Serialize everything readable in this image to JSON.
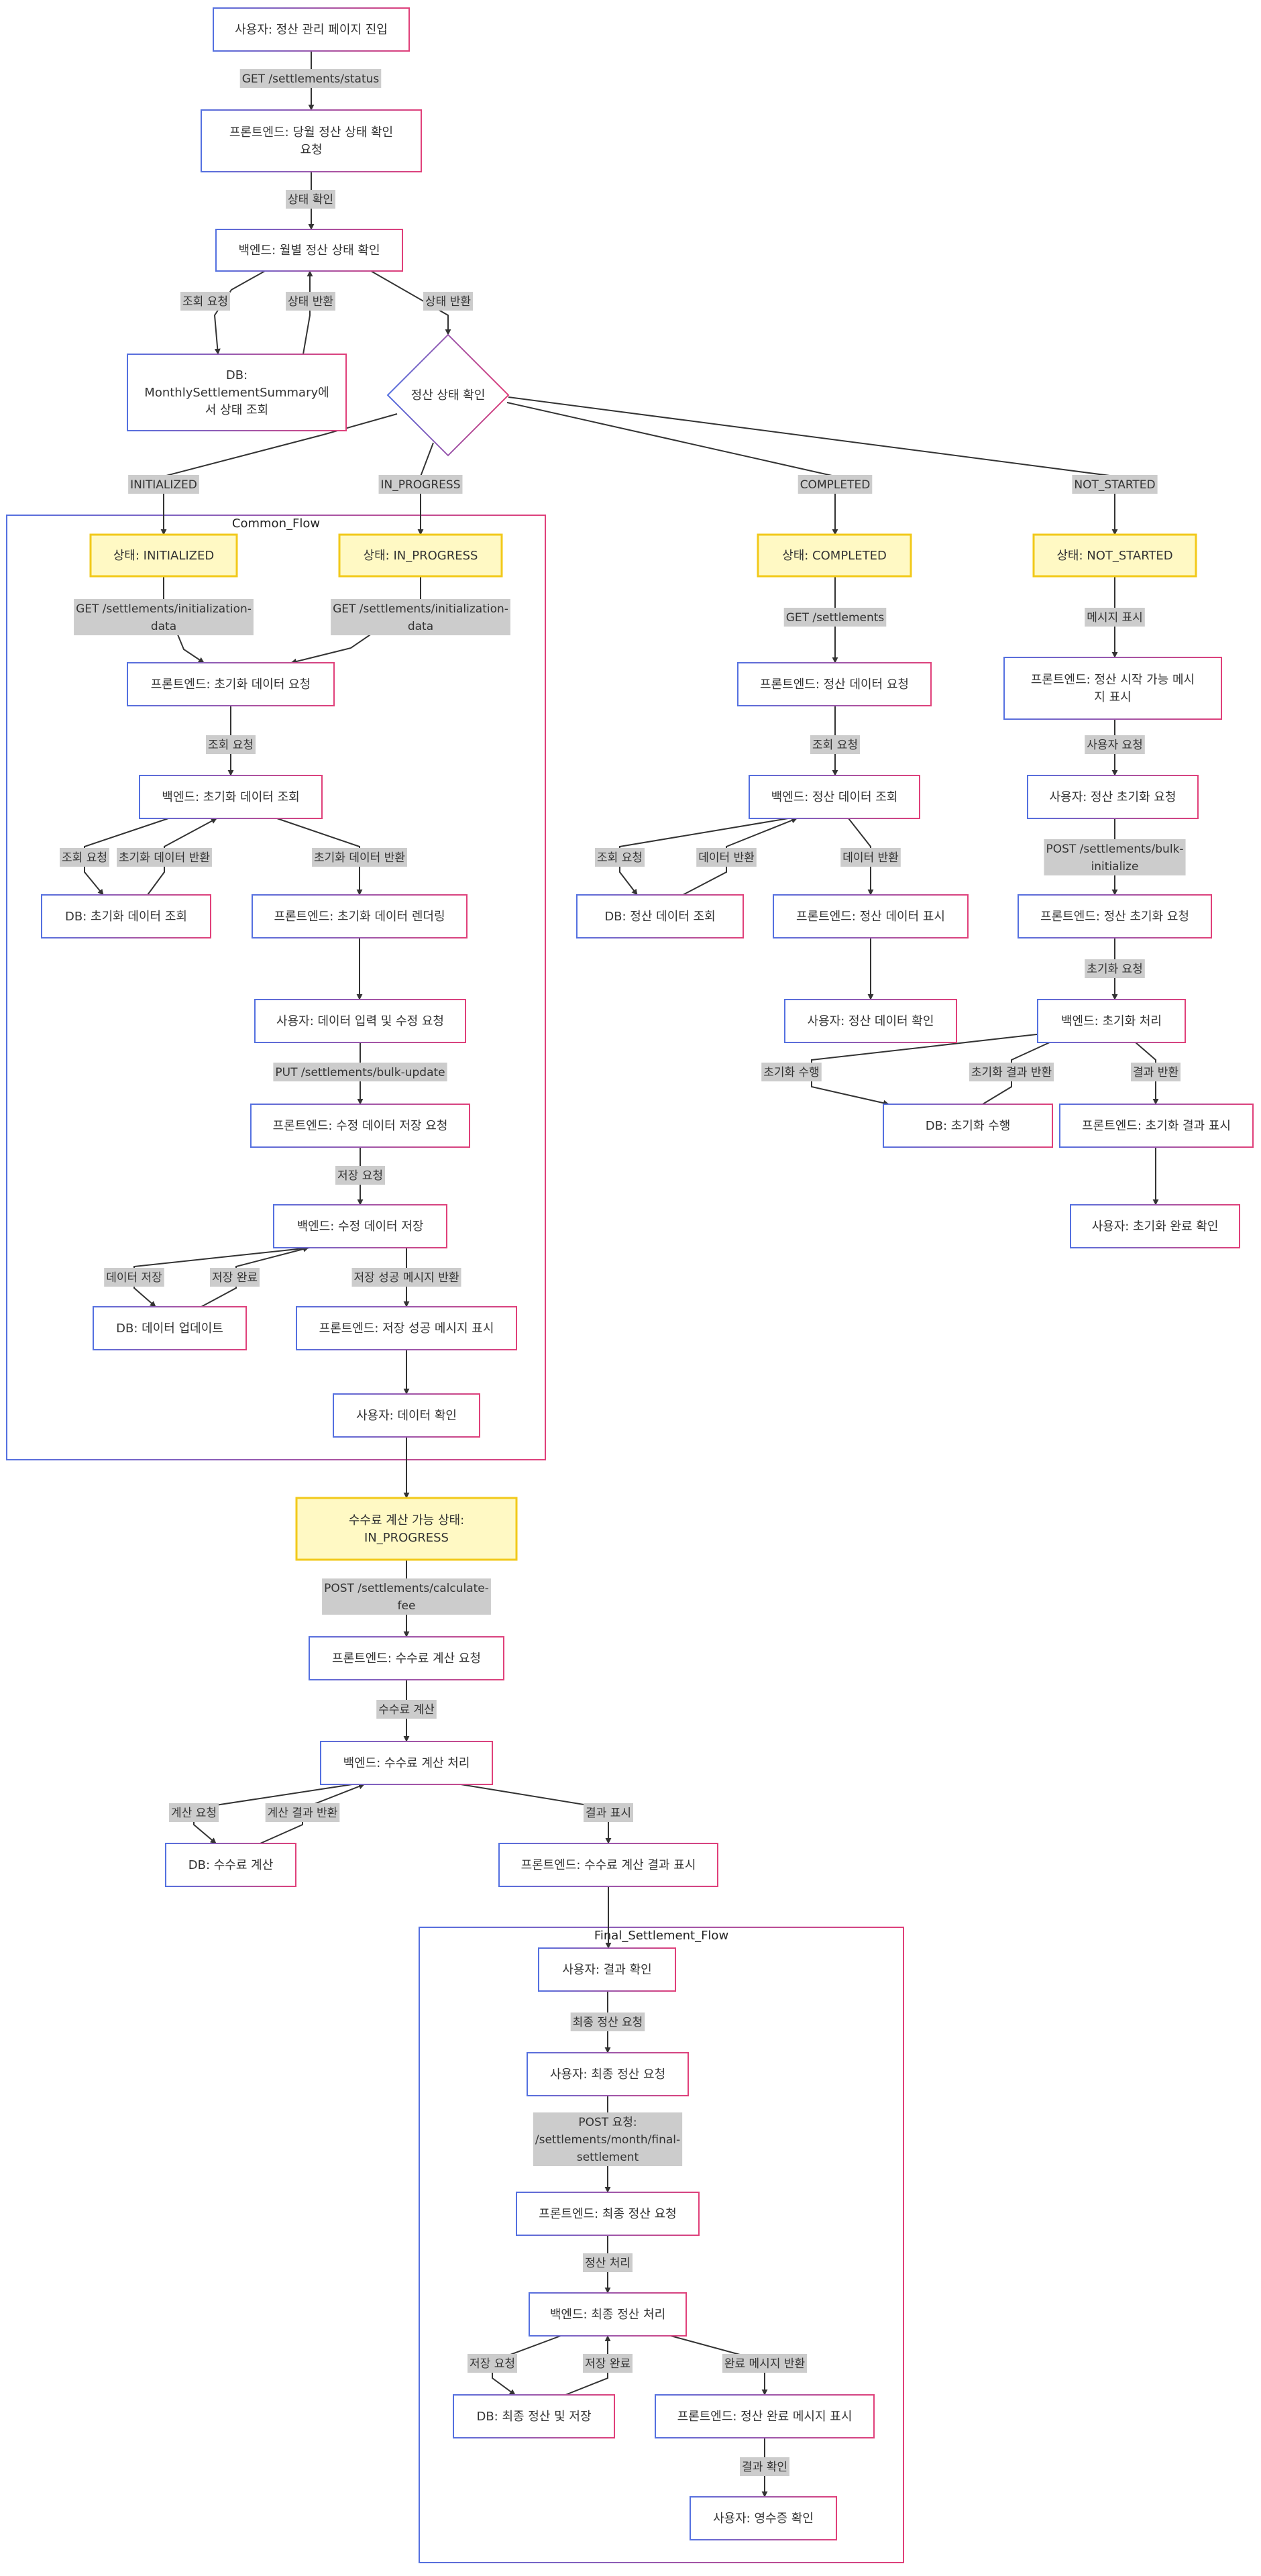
{
  "colors": {
    "node_border_a": "#5470e0",
    "node_border_b": "#e0407a",
    "state_fill": "#fff9c4",
    "state_border": "#f2c91a",
    "label_bg": "#cccccc",
    "edge": "#333333"
  },
  "clusters": [
    {
      "id": "common",
      "title": "Common_Flow"
    },
    {
      "id": "final",
      "title": "Final_Settlement_Flow"
    }
  ],
  "nodes": [
    {
      "id": "n1",
      "lines": [
        "사용자: 정산 관리 페이지 진입"
      ]
    },
    {
      "id": "n2",
      "lines": [
        "프론트엔드: 당월 정산 상태 확인",
        "요청"
      ]
    },
    {
      "id": "n3",
      "lines": [
        "백엔드: 월별 정산 상태 확인"
      ]
    },
    {
      "id": "n4",
      "lines": [
        "DB:",
        "MonthlySettlementSummary에",
        "서 상태 조회"
      ]
    },
    {
      "id": "n5",
      "lines": [
        "정산 상태 확인"
      ]
    },
    {
      "id": "s1",
      "lines": [
        "상태: INITIALIZED"
      ]
    },
    {
      "id": "s2",
      "lines": [
        "상태: IN_PROGRESS"
      ]
    },
    {
      "id": "s3",
      "lines": [
        "상태: COMPLETED"
      ]
    },
    {
      "id": "s4",
      "lines": [
        "상태: NOT_STARTED"
      ]
    },
    {
      "id": "c1",
      "lines": [
        "프론트엔드: 초기화 데이터 요청"
      ]
    },
    {
      "id": "c2",
      "lines": [
        "백엔드: 초기화 데이터 조회"
      ]
    },
    {
      "id": "c3",
      "lines": [
        "DB: 초기화 데이터 조회"
      ]
    },
    {
      "id": "c4",
      "lines": [
        "프론트엔드: 초기화 데이터 렌더링"
      ]
    },
    {
      "id": "c5",
      "lines": [
        "사용자: 데이터 입력 및 수정 요청"
      ]
    },
    {
      "id": "c6",
      "lines": [
        "프론트엔드: 수정 데이터 저장 요청"
      ]
    },
    {
      "id": "c7",
      "lines": [
        "백엔드: 수정 데이터 저장"
      ]
    },
    {
      "id": "c8",
      "lines": [
        "DB: 데이터 업데이트"
      ]
    },
    {
      "id": "c9",
      "lines": [
        "프론트엔드: 저장 성공 메시지 표시"
      ]
    },
    {
      "id": "c10",
      "lines": [
        "사용자: 데이터 확인"
      ]
    },
    {
      "id": "d1",
      "lines": [
        "프론트엔드: 정산 데이터 요청"
      ]
    },
    {
      "id": "d2",
      "lines": [
        "백엔드: 정산 데이터 조회"
      ]
    },
    {
      "id": "d3",
      "lines": [
        "DB: 정산 데이터 조회"
      ]
    },
    {
      "id": "d4",
      "lines": [
        "프론트엔드: 정산 데이터 표시"
      ]
    },
    {
      "id": "d5",
      "lines": [
        "사용자: 정산 데이터 확인"
      ]
    },
    {
      "id": "e1",
      "lines": [
        "프론트엔드: 정산 시작 가능 메시",
        "지 표시"
      ]
    },
    {
      "id": "e2",
      "lines": [
        "사용자: 정산 초기화 요청"
      ]
    },
    {
      "id": "e3",
      "lines": [
        "프론트엔드: 정산 초기화 요청"
      ]
    },
    {
      "id": "e4",
      "lines": [
        "백엔드: 초기화 처리"
      ]
    },
    {
      "id": "e5",
      "lines": [
        "DB: 초기화 수행"
      ]
    },
    {
      "id": "e6",
      "lines": [
        "프론트엔드: 초기화 결과 표시"
      ]
    },
    {
      "id": "e7",
      "lines": [
        "사용자: 초기화 완료 확인"
      ]
    },
    {
      "id": "f1",
      "lines": [
        "수수료 계산 가능 상태:",
        "IN_PROGRESS"
      ]
    },
    {
      "id": "f2",
      "lines": [
        "프론트엔드: 수수료 계산 요청"
      ]
    },
    {
      "id": "f3",
      "lines": [
        "백엔드: 수수료 계산 처리"
      ]
    },
    {
      "id": "f4",
      "lines": [
        "DB: 수수료 계산"
      ]
    },
    {
      "id": "f5",
      "lines": [
        "프론트엔드: 수수료 계산 결과 표시"
      ]
    },
    {
      "id": "g1",
      "lines": [
        "사용자: 결과 확인"
      ]
    },
    {
      "id": "g2",
      "lines": [
        "사용자: 최종 정산 요청"
      ]
    },
    {
      "id": "g3",
      "lines": [
        "프론트엔드: 최종 정산 요청"
      ]
    },
    {
      "id": "g4",
      "lines": [
        "백엔드: 최종 정산 처리"
      ]
    },
    {
      "id": "g5",
      "lines": [
        "DB: 최종 정산 및 저장"
      ]
    },
    {
      "id": "g6",
      "lines": [
        "프론트엔드: 정산 완료 메시지 표시"
      ]
    },
    {
      "id": "g7",
      "lines": [
        "사용자: 영수증 확인"
      ]
    }
  ],
  "edges": [
    {
      "id": "l1",
      "lines": [
        "GET /settlements/status"
      ]
    },
    {
      "id": "l2",
      "lines": [
        "상태 확인"
      ]
    },
    {
      "id": "l3",
      "lines": [
        "조회 요청"
      ]
    },
    {
      "id": "l4",
      "lines": [
        "상태 반환"
      ]
    },
    {
      "id": "l5",
      "lines": [
        "상태 반환"
      ]
    },
    {
      "id": "l6",
      "lines": [
        "INITIALIZED"
      ]
    },
    {
      "id": "l7",
      "lines": [
        "IN_PROGRESS"
      ]
    },
    {
      "id": "l8",
      "lines": [
        "COMPLETED"
      ]
    },
    {
      "id": "l9",
      "lines": [
        "NOT_STARTED"
      ]
    },
    {
      "id": "l10",
      "lines": [
        "GET /settlements/initialization-",
        "data"
      ]
    },
    {
      "id": "l11",
      "lines": [
        "GET /settlements/initialization-",
        "data"
      ]
    },
    {
      "id": "l12",
      "lines": [
        "조회 요청"
      ]
    },
    {
      "id": "l13",
      "lines": [
        "조회 요청"
      ]
    },
    {
      "id": "l14",
      "lines": [
        "초기화 데이터 반환"
      ]
    },
    {
      "id": "l15",
      "lines": [
        "초기화 데이터 반환"
      ]
    },
    {
      "id": "l16",
      "lines": [
        "PUT /settlements/bulk-update"
      ]
    },
    {
      "id": "l17",
      "lines": [
        "저장 요청"
      ]
    },
    {
      "id": "l18",
      "lines": [
        "데이터 저장"
      ]
    },
    {
      "id": "l19",
      "lines": [
        "저장 완료"
      ]
    },
    {
      "id": "l20",
      "lines": [
        "저장 성공 메시지 반환"
      ]
    },
    {
      "id": "l21",
      "lines": [
        "GET /settlements"
      ]
    },
    {
      "id": "l22",
      "lines": [
        "조회 요청"
      ]
    },
    {
      "id": "l23",
      "lines": [
        "조회 요청"
      ]
    },
    {
      "id": "l24",
      "lines": [
        "데이터 반환"
      ]
    },
    {
      "id": "l25",
      "lines": [
        "데이터 반환"
      ]
    },
    {
      "id": "l26",
      "lines": [
        "메시지 표시"
      ]
    },
    {
      "id": "l27",
      "lines": [
        "사용자 요청"
      ]
    },
    {
      "id": "l28",
      "lines": [
        "POST /settlements/bulk-",
        "initialize"
      ]
    },
    {
      "id": "l29",
      "lines": [
        "초기화 요청"
      ]
    },
    {
      "id": "l30",
      "lines": [
        "초기화 수행"
      ]
    },
    {
      "id": "l31",
      "lines": [
        "초기화 결과 반환"
      ]
    },
    {
      "id": "l32",
      "lines": [
        "결과 반환"
      ]
    },
    {
      "id": "l33",
      "lines": [
        "POST /settlements/calculate-",
        "fee"
      ]
    },
    {
      "id": "l34",
      "lines": [
        "수수료 계산"
      ]
    },
    {
      "id": "l35",
      "lines": [
        "계산 요청"
      ]
    },
    {
      "id": "l36",
      "lines": [
        "계산 결과 반환"
      ]
    },
    {
      "id": "l37",
      "lines": [
        "결과 표시"
      ]
    },
    {
      "id": "l38",
      "lines": [
        "최종 정산 요청"
      ]
    },
    {
      "id": "l39",
      "lines": [
        "POST 요청:",
        "/settlements/month/final-",
        "settlement"
      ]
    },
    {
      "id": "l40",
      "lines": [
        "정산 처리"
      ]
    },
    {
      "id": "l41",
      "lines": [
        "저장 요청"
      ]
    },
    {
      "id": "l42",
      "lines": [
        "저장 완료"
      ]
    },
    {
      "id": "l43",
      "lines": [
        "완료 메시지 반환"
      ]
    },
    {
      "id": "l44",
      "lines": [
        "결과 확인"
      ]
    }
  ]
}
